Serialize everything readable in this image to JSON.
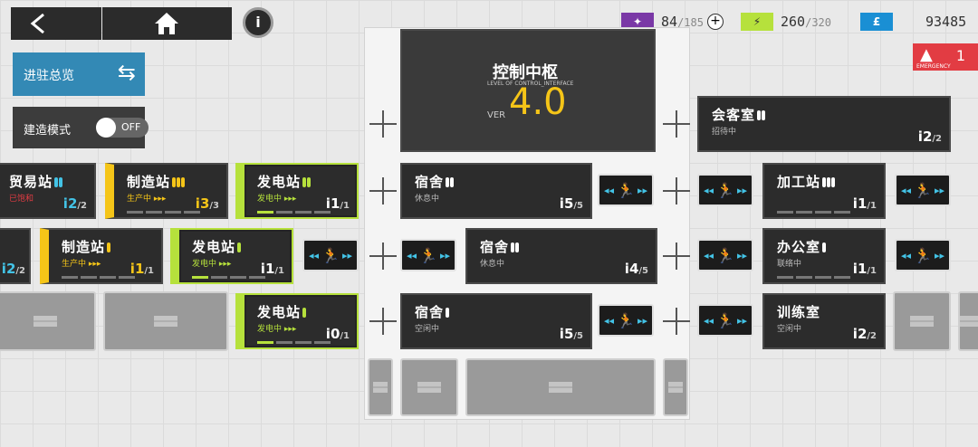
{
  "resources": {
    "drone": {
      "value": "84",
      "max": "/185"
    },
    "power": {
      "value": "260",
      "max": "/320"
    },
    "lmd": {
      "value": "93485"
    }
  },
  "emergency": {
    "count": "1",
    "label": "EMERGENCY"
  },
  "colors": {
    "power": "#b6e13c",
    "manufacture": "#f5c518",
    "trade": "#43c3e6",
    "emergency": "#e23c43"
  },
  "buttons": {
    "overview": "进驻总览",
    "build_mode": "建造模式",
    "toggle": "OFF"
  },
  "control": {
    "title": "控制中枢",
    "sub": "LEVEL OF CONTROL_INTERFACE",
    "ver": "VER",
    "num": "4.0"
  },
  "rooms": {
    "trade": {
      "name": "贸易站",
      "status": "已饱和",
      "lvl": "2",
      "max": "/2"
    },
    "mfg1": {
      "name": "制造站",
      "status": "生产中 ▸▸▸",
      "lvl": "3",
      "max": "/3"
    },
    "pow1": {
      "name": "发电站",
      "status": "发电中 ▸▸▸",
      "lvl": "1",
      "max": "/1"
    },
    "dorm1": {
      "name": "宿舍",
      "status": "休息中",
      "lvl": "5",
      "max": "/5"
    },
    "meet": {
      "name": "会客室",
      "status": "招待中",
      "lvl": "2",
      "max": "/2"
    },
    "work": {
      "name": "加工站",
      "status": "",
      "lvl": "1",
      "max": "/1"
    },
    "left2": {
      "lvl": "2",
      "max": "/2"
    },
    "mfg2": {
      "name": "制造站",
      "status": "生产中 ▸▸▸",
      "lvl": "1",
      "max": "/1"
    },
    "pow2": {
      "name": "发电站",
      "status": "发电中 ▸▸▸",
      "lvl": "1",
      "max": "/1"
    },
    "dorm2": {
      "name": "宿舍",
      "status": "休息中",
      "lvl": "4",
      "max": "/5"
    },
    "office": {
      "name": "办公室",
      "status": "联络中",
      "lvl": "1",
      "max": "/1"
    },
    "pow3": {
      "name": "发电站",
      "status": "发电中 ▸▸▸",
      "lvl": "0",
      "max": "/1"
    },
    "dorm3": {
      "name": "宿舍",
      "status": "空闲中",
      "lvl": "5",
      "max": "/5"
    },
    "train": {
      "name": "训练室",
      "status": "空闲中",
      "lvl": "2",
      "max": "/2"
    }
  }
}
